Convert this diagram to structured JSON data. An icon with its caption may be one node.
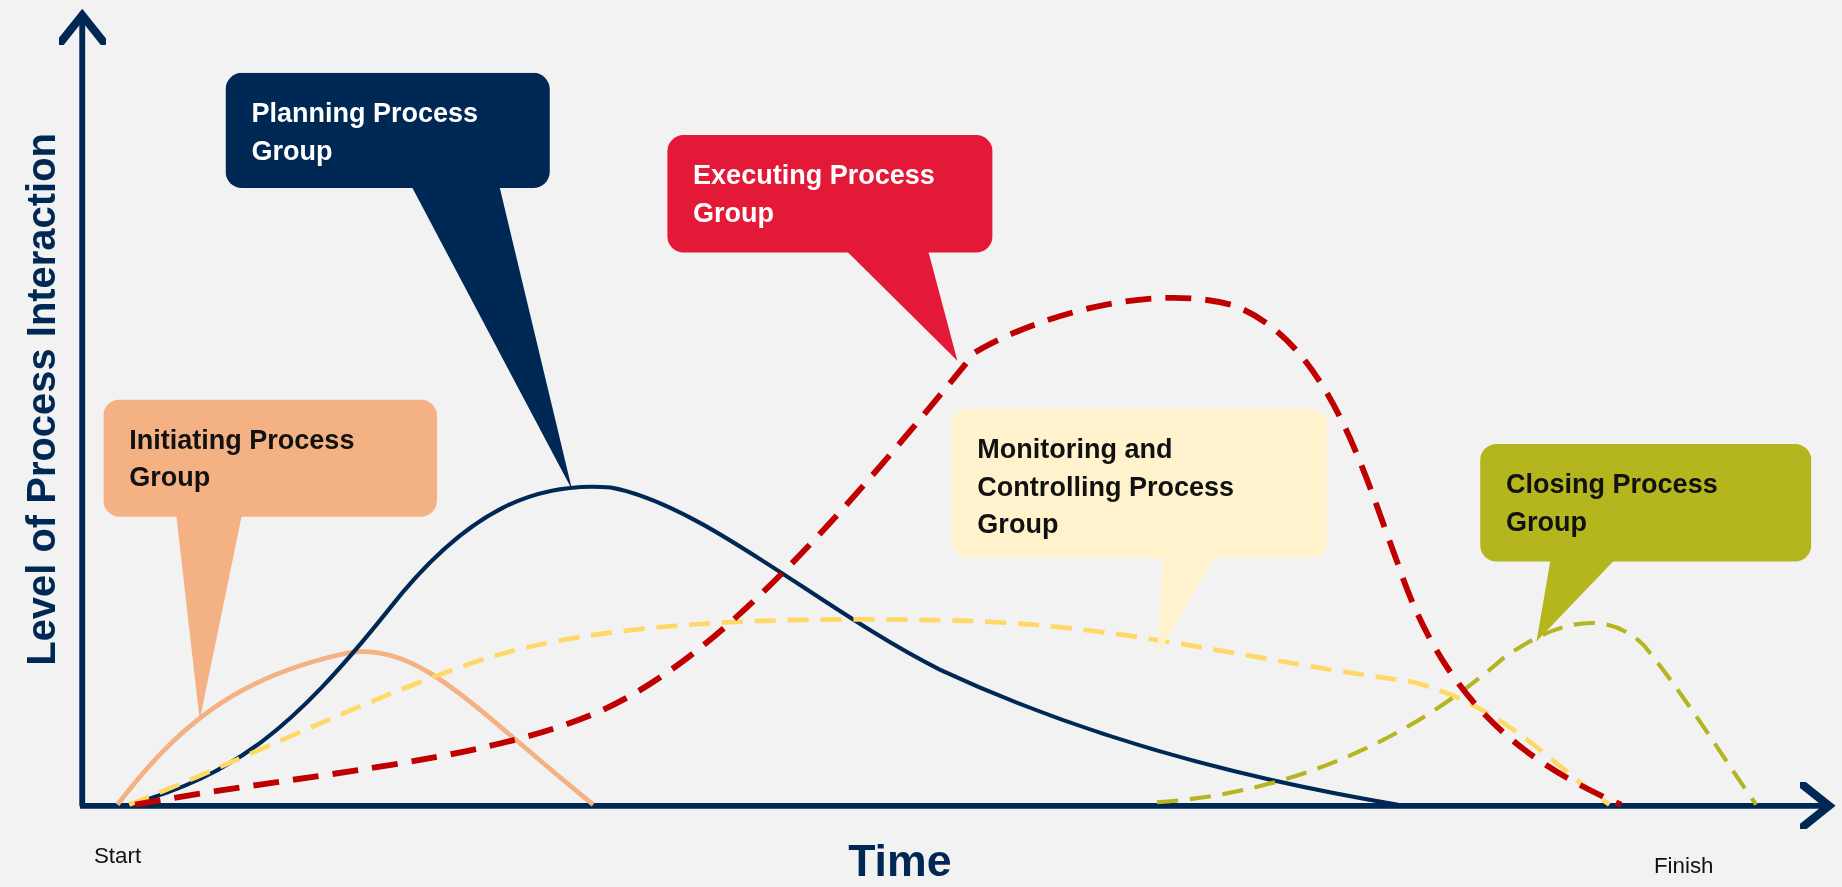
{
  "diagram": {
    "nodes": [
      {
        "text": [
          "Planning Process Group"
        ]
      },
      {
        "text": [
          "Executing Process Group"
        ]
      },
      {
        "text": [
          "Initiating Process Group"
        ]
      },
      {
        "text": [
          "Monitoring and Controlling Process Group"
        ]
      },
      {
        "text": [
          "Closing Process Group"
        ]
      }
    ],
    "labels": [
      "Level of Process Interaction",
      "Start",
      "Time",
      "Finish"
    ]
  }
}
